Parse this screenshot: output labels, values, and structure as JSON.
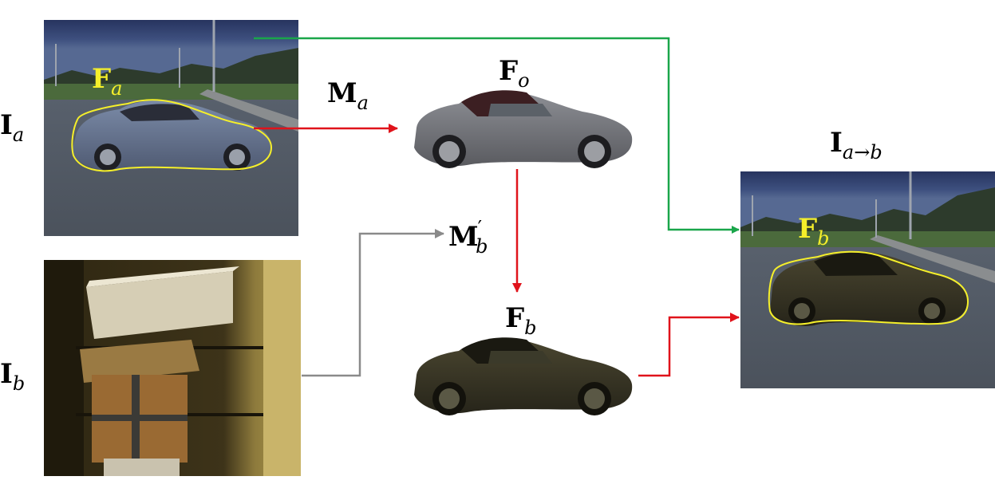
{
  "labels": {
    "Ia": {
      "main": "I",
      "sub": "a"
    },
    "Ib": {
      "main": "I",
      "sub": "b"
    },
    "Ma": {
      "main": "M",
      "sub": "a"
    },
    "Mb_prime": {
      "main": "M",
      "sub": "b",
      "sup": "′"
    },
    "Fo": {
      "main": "F",
      "sub": "o"
    },
    "Fb": {
      "main": "F",
      "sub": "b"
    },
    "Iab": {
      "main": "I",
      "sub": "a→b"
    },
    "Fa_overlay": {
      "main": "F",
      "sub": "a"
    },
    "Fb_overlay": {
      "main": "F",
      "sub": "b"
    }
  },
  "colors": {
    "green_arrow": "#1aa64a",
    "red_arrow": "#e0131b",
    "gray_arrow": "#8a8a8a",
    "contour": "#f5ef2a",
    "overlay_text": "#f5ef2a"
  }
}
